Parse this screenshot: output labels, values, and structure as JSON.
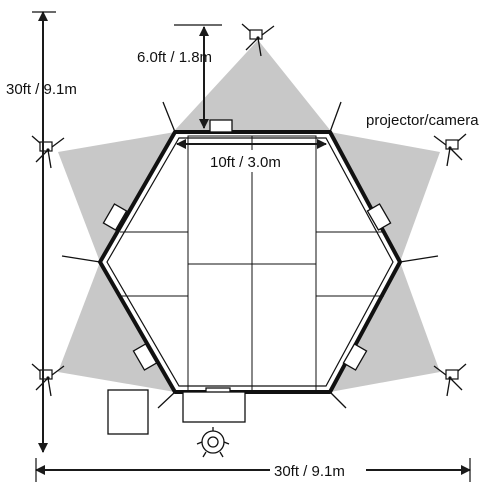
{
  "labels": {
    "height_total": "30ft / 9.1m",
    "width_total": "30ft / 9.1m",
    "top_offset": "6.0ft / 1.8m",
    "inner_width": "10ft / 3.0m",
    "device": "projector/camera"
  },
  "colors": {
    "projection": "#c8c8c8",
    "line": "#111111",
    "background": "#ffffff"
  },
  "icons": {
    "tripod": "tripod-icon",
    "projector": "projector-icon",
    "desk": "desk-icon",
    "chair": "chair-icon"
  }
}
